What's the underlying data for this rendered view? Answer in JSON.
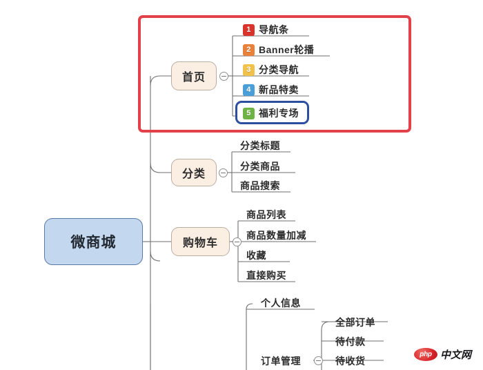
{
  "mindmap": {
    "root": {
      "label": "微商城"
    },
    "branches": [
      {
        "label": "首页",
        "toggle": "collapse-toggle",
        "children": [
          {
            "index": "1",
            "label": "导航条",
            "color": "#d9342b"
          },
          {
            "index": "2",
            "label": "Banner轮播",
            "color": "#e8813a"
          },
          {
            "index": "3",
            "label": "分类导航",
            "color": "#f0c14b"
          },
          {
            "index": "4",
            "label": "新品特卖",
            "color": "#4a9fd8"
          },
          {
            "index": "5",
            "label": "福利专场",
            "color": "#6fb344"
          }
        ]
      },
      {
        "label": "分类",
        "toggle": "collapse-toggle",
        "children": [
          {
            "label": "分类标题"
          },
          {
            "label": "分类商品"
          },
          {
            "label": "商品搜索"
          }
        ]
      },
      {
        "label": "购物车",
        "toggle": "collapse-toggle",
        "children": [
          {
            "label": "商品列表"
          },
          {
            "label": "商品数量加减"
          },
          {
            "label": "收藏"
          },
          {
            "label": "直接购买"
          }
        ]
      },
      {
        "label": "",
        "children": [
          {
            "label": "个人信息"
          },
          {
            "label": "订单管理",
            "toggle": "collapse-toggle",
            "children": [
              {
                "label": "全部订单"
              },
              {
                "label": "待付款"
              },
              {
                "label": "待收货"
              }
            ]
          }
        ]
      }
    ]
  },
  "annotations": {
    "red_box": {
      "name": "red-highlight-box",
      "color": "#e2414a"
    },
    "blue_box": {
      "name": "blue-highlight-box",
      "color": "#2b4f9e"
    }
  },
  "watermark": {
    "logo_text": "php",
    "label": "中文网"
  },
  "colors": {
    "root_fill": "#c3d7ef",
    "root_border": "#5878a8",
    "branch_fill": "#fbeee2",
    "branch_border": "#b9ada0",
    "line": "#6e6e6e"
  }
}
